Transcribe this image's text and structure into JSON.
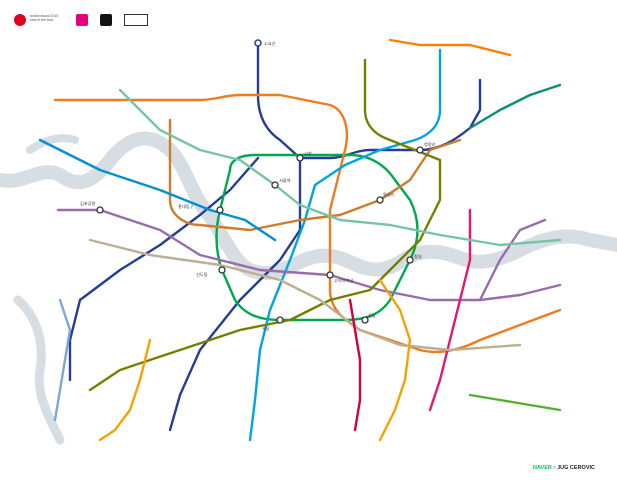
{
  "awards": {
    "reddot": {
      "line1": "reddot award 2015",
      "line2": "best of the best",
      "icon": "reddot-logo-icon",
      "color": "#e2001a"
    },
    "iconic": {
      "icon": "iconic-award-logo-icon",
      "color": "#e5007d"
    },
    "award3": {
      "icon": "black-square-award-icon"
    },
    "award4": {
      "icon": "framed-award-icon"
    }
  },
  "footer": {
    "brand": "NAVER",
    "sep": "×",
    "author": "JUG CEROVIC"
  },
  "line_colors": {
    "line1": "#263c96",
    "line2": "#00a84d",
    "line3": "#ef7c1c",
    "line4": "#00a4e3",
    "line5": "#996cac",
    "line6": "#cd7c2f",
    "line7": "#747f00",
    "line8": "#e6186c",
    "line9": "#bdb092",
    "airport": "#0090d2",
    "gyeongui": "#77c4a3",
    "bundang": "#f5a200",
    "shinbundang": "#d4003b",
    "suin": "#f5a200",
    "incheon1": "#7ca8d5",
    "uijeongbu": "#fd8100",
    "everline": "#56ad2d",
    "gyeongchun": "#0c8e72"
  },
  "water_color": "#d6dde3",
  "stations": [
    "소요산",
    "청량리",
    "서울역",
    "시청",
    "홍대입구",
    "김포공항",
    "강남",
    "잠실",
    "사당",
    "신도림",
    "왕십리",
    "고속터미널"
  ]
}
